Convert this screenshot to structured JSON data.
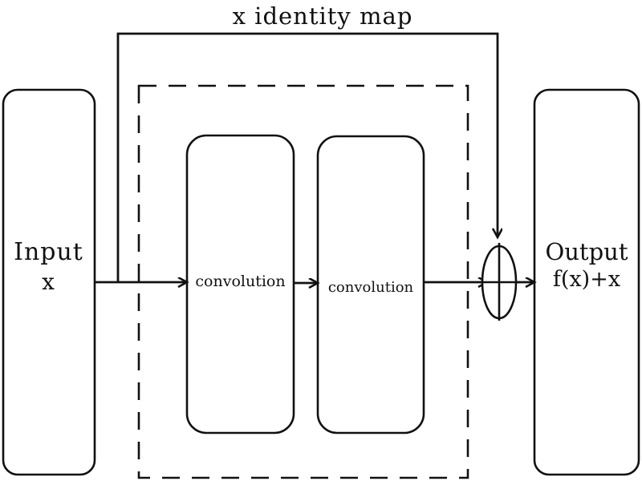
{
  "diagram": {
    "title": "x identity map",
    "blocks": {
      "input": {
        "name": "input-block",
        "line1": "Input",
        "line2": "x"
      },
      "conv1": {
        "name": "convolution-block-1",
        "label": "convolution"
      },
      "conv2": {
        "name": "convolution-block-2",
        "label": "convolution"
      },
      "output": {
        "name": "output-block",
        "line1": "Output",
        "line2": "f(x)+x"
      },
      "sum": {
        "name": "summation-node",
        "symbol": "cross-in-ellipse"
      }
    },
    "edges": [
      {
        "name": "input-to-conv1",
        "from": "input",
        "to": "conv1",
        "style": "solid-arrow"
      },
      {
        "name": "conv1-to-conv2",
        "from": "conv1",
        "to": "conv2",
        "style": "solid-arrow"
      },
      {
        "name": "conv2-to-sum",
        "from": "conv2",
        "to": "sum",
        "style": "solid-arrow"
      },
      {
        "name": "sum-to-output",
        "from": "sum",
        "to": "output",
        "style": "solid-arrow"
      },
      {
        "name": "identity-skip-connection",
        "from": "input",
        "to": "sum",
        "style": "solid-arrow",
        "label": "x identity map"
      }
    ],
    "residual_boundary": {
      "name": "residual-block-boundary",
      "style": "dashed"
    },
    "colors": {
      "stroke": "#111111",
      "background": "#ffffff",
      "text": "#111111"
    }
  }
}
